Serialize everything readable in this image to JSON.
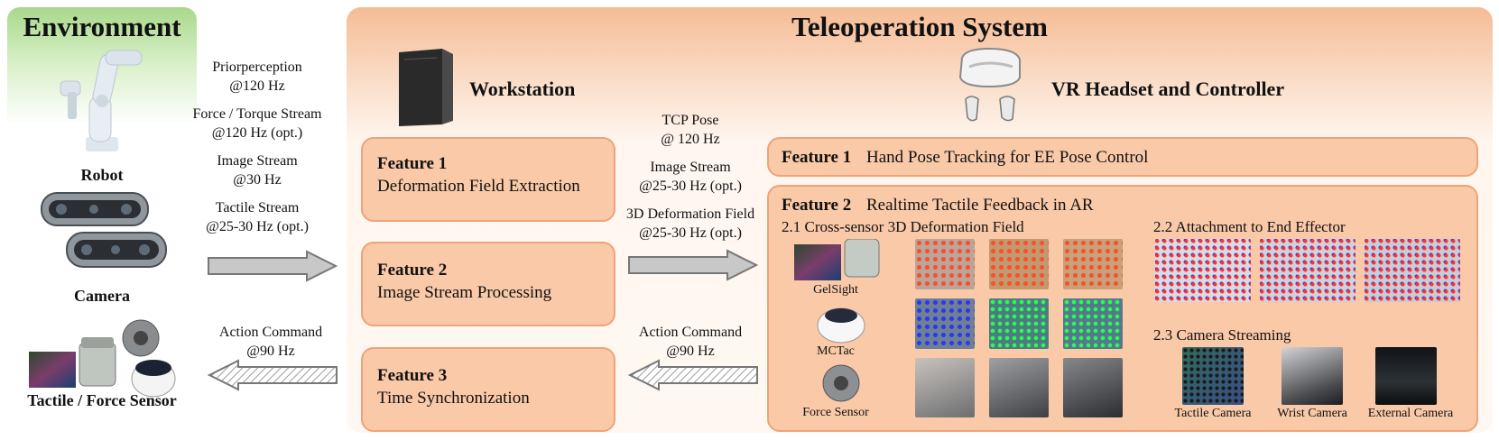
{
  "environment": {
    "title": "Environment",
    "robot_label": "Robot",
    "camera_label": "Camera",
    "sensor_label": "Tactile / Force Sensor"
  },
  "streams_in": [
    "Priorperception",
    "@120 Hz",
    "Force / Torque Stream",
    "@120 Hz (opt.)",
    "Image Stream",
    "@30 Hz",
    "Tactile Stream",
    "@25-30 Hz (opt.)"
  ],
  "action_left": [
    "Action Command",
    "@90 Hz"
  ],
  "teleop": {
    "title": "Teleoperation System",
    "workstation_label": "Workstation",
    "vr_label": "VR Headset and Controller"
  },
  "ws_features": [
    {
      "title": "Feature 1",
      "desc": "Deformation Field Extraction"
    },
    {
      "title": "Feature 2",
      "desc": "Image Stream Processing"
    },
    {
      "title": "Feature 3",
      "desc": "Time Synchronization"
    }
  ],
  "streams_mid": [
    "TCP Pose",
    "@ 120 Hz",
    "Image Stream",
    "@25-30 Hz (opt.)",
    "3D Deformation Field",
    "@25-30 Hz (opt.)"
  ],
  "action_right": [
    "Action Command",
    "@90 Hz"
  ],
  "vr_feature1": {
    "title": "Feature 1",
    "desc": "Hand Pose Tracking for EE Pose Control"
  },
  "vr_feature2": {
    "title": "Feature 2",
    "desc": "Realtime Tactile Feedback in AR",
    "sub1": "2.1 Cross-sensor 3D Deformation Field",
    "sub2": "2.2 Attachment to End Effector",
    "sub3": "2.3 Camera Streaming",
    "sensors": [
      "GelSight",
      "MCTac",
      "Force Sensor"
    ],
    "cameras": [
      "Tactile Camera",
      "Wrist Camera",
      "External Camera"
    ]
  },
  "colors": {
    "feature_fill": "#f9c9a8",
    "feature_border": "#eea37a",
    "env_green": "#a8d88a",
    "teleop_orange": "#f5bc95"
  }
}
